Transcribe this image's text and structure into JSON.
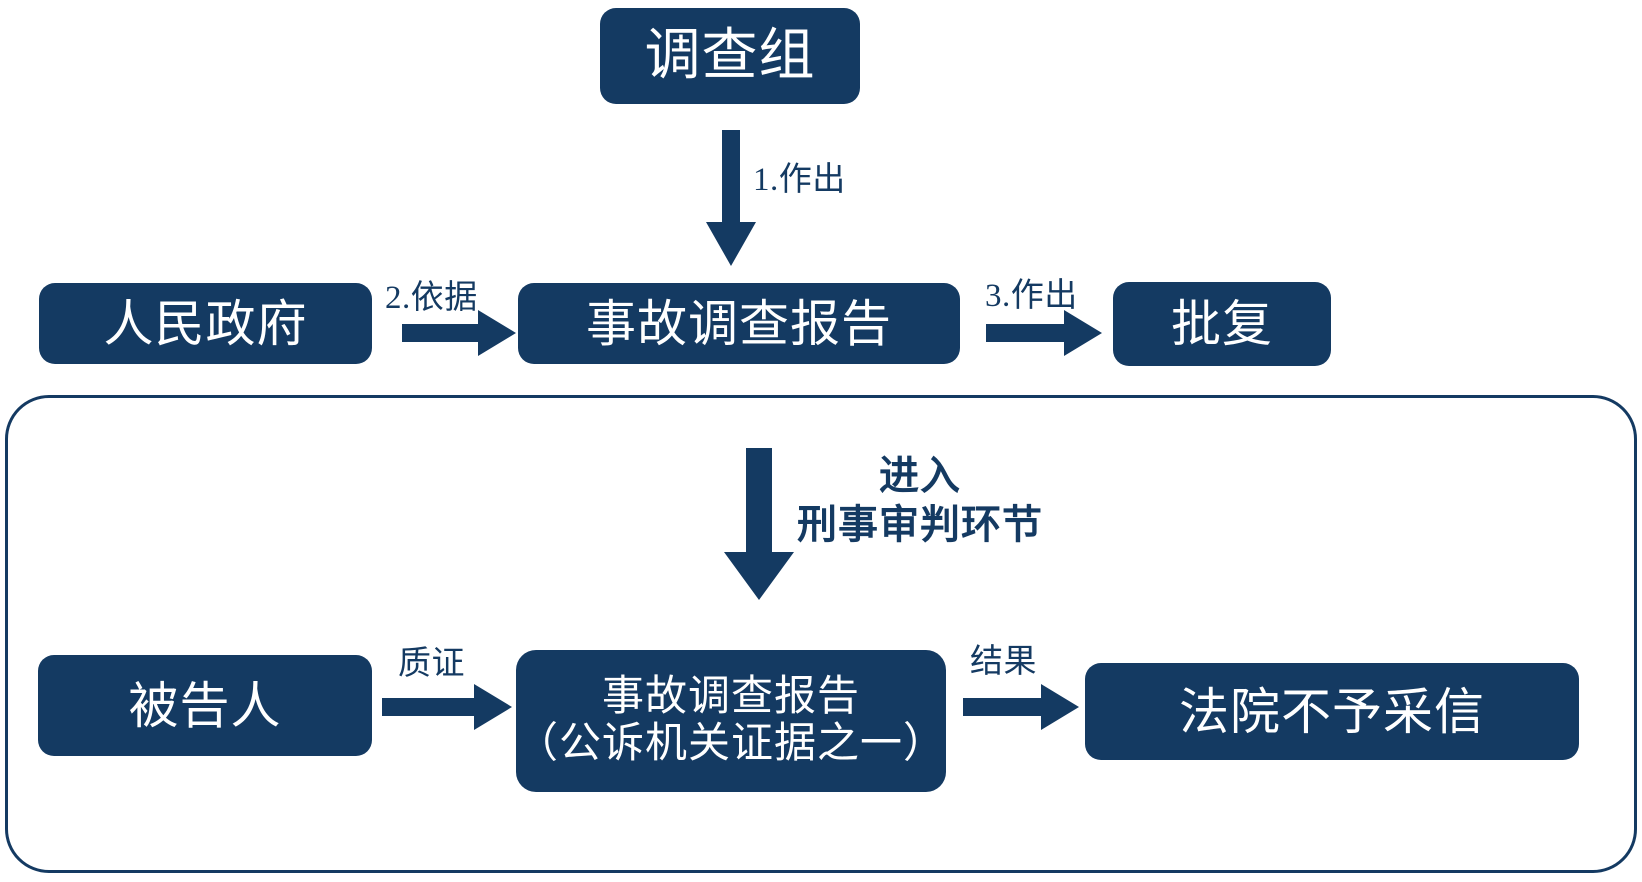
{
  "diagram": {
    "title_text_language": "zh",
    "accent_color": "#143A62",
    "background_color": "#FFFFFF",
    "nodes": [
      {
        "id": "investigation_team",
        "label": "调查组"
      },
      {
        "id": "people_government",
        "label": "人民政府"
      },
      {
        "id": "accident_report_top",
        "label": "事故调查报告"
      },
      {
        "id": "reply",
        "label": "批复"
      },
      {
        "id": "defendant",
        "label": "被告人"
      },
      {
        "id": "accident_report_evidence",
        "label": "事故调查报告\n（公诉机关证据之一）"
      },
      {
        "id": "court_reject",
        "label": "法院不予采信"
      }
    ],
    "edges": [
      {
        "id": "e1",
        "from": "investigation_team",
        "to": "accident_report_top",
        "label": "1.作出",
        "direction": "down"
      },
      {
        "id": "e2",
        "from": "people_government",
        "to": "accident_report_top",
        "label": "2.依据",
        "direction": "right"
      },
      {
        "id": "e3",
        "from": "accident_report_top",
        "to": "reply",
        "label": "3.作出",
        "direction": "right"
      },
      {
        "id": "e4",
        "from": "accident_report_top",
        "to": "accident_report_evidence",
        "label": "进入\n刑事审判环节",
        "direction": "down"
      },
      {
        "id": "e5",
        "from": "defendant",
        "to": "accident_report_evidence",
        "label": "质证",
        "direction": "right"
      },
      {
        "id": "e6",
        "from": "accident_report_evidence",
        "to": "court_reject",
        "label": "结果",
        "direction": "right"
      }
    ],
    "container": {
      "id": "criminal_trial_phase",
      "label": "进入\n刑事审判环节"
    }
  }
}
